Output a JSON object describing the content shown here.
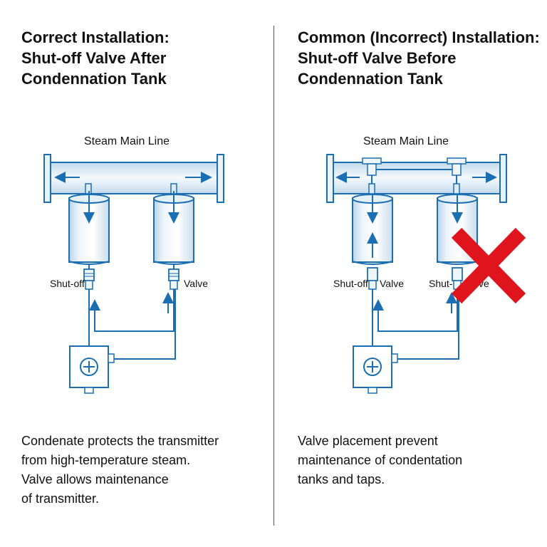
{
  "left_panel": {
    "title_lines": [
      "Correct Installation:",
      "Shut-off Valve After",
      "Condennation Tank"
    ],
    "steam_label": "Steam Main Line",
    "label_shutoff": "Shut-off",
    "label_valve": "Valve",
    "caption_lines": [
      "Condenate protects the transmitter",
      "from high-temperature steam.",
      "Valve allows maintenance",
      "of transmitter."
    ]
  },
  "right_panel": {
    "title_lines": [
      "Common (Incorrect) Installation:",
      "Shut-off Valve Before",
      "Condennation Tank"
    ],
    "steam_label": "Steam Main Line",
    "label_shutoff_1": "Shut-off",
    "label_valve_1": "Valve",
    "label_shutoff_2": "Shut-",
    "label_valve_2": "ve",
    "caption_lines": [
      "Valve placement prevent",
      "maintenance of condentation",
      "tanks and taps."
    ]
  },
  "colors": {
    "pipe_blue": "#1a6fb3",
    "light_blue": "#dbeaf6",
    "red_cross": "#e0141c"
  },
  "icons": {
    "transmitter_symbol": "plus-in-circle",
    "incorrect_mark": "red-x"
  }
}
